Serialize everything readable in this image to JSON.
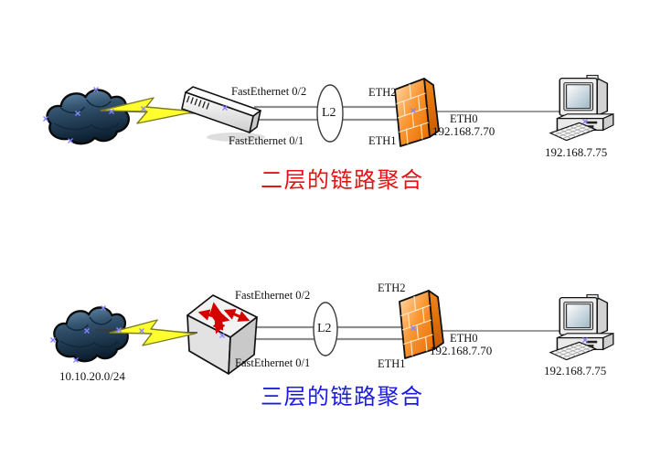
{
  "page": {
    "background_color": "#ffffff"
  },
  "colors": {
    "cloud_fill": "#24455f",
    "lightning_fill": "#ffff30",
    "switch_fill": "#ececec",
    "firewall_fill": "#f9962f",
    "connector_gray": "#8f8f8f",
    "layer2_title_color": "#e41414",
    "layer3_title_color": "#1c1ce0",
    "selection_handle_color": "#8585ff"
  },
  "diagrams": [
    {
      "name": "layer2-link-aggregation",
      "title": "二层的链路聚合",
      "labels": {
        "switch_port_top": "FastEthernet 0/2",
        "switch_port_bottom": "FastEthernet 0/1",
        "aggregation_group": "L2",
        "firewall_port_top": "ETH2",
        "firewall_port_bottom": "ETH1",
        "firewall_port_wan": "ETH0",
        "firewall_ip": "192.168.7.70",
        "pc_ip": "192.168.7.75"
      }
    },
    {
      "name": "layer3-link-aggregation",
      "title": "三层的链路聚合",
      "cloud_subnet": "10.10.20.0/24",
      "labels": {
        "switch_port_top": "FastEthernet 0/2",
        "switch_port_bottom": "FastEthernet 0/1",
        "aggregation_group": "L2",
        "firewall_port_top": "ETH2",
        "firewall_port_bottom": "ETH1",
        "firewall_port_wan": "ETH0",
        "firewall_ip": "192.168.7.70",
        "pc_ip": "192.168.7.75"
      }
    }
  ]
}
